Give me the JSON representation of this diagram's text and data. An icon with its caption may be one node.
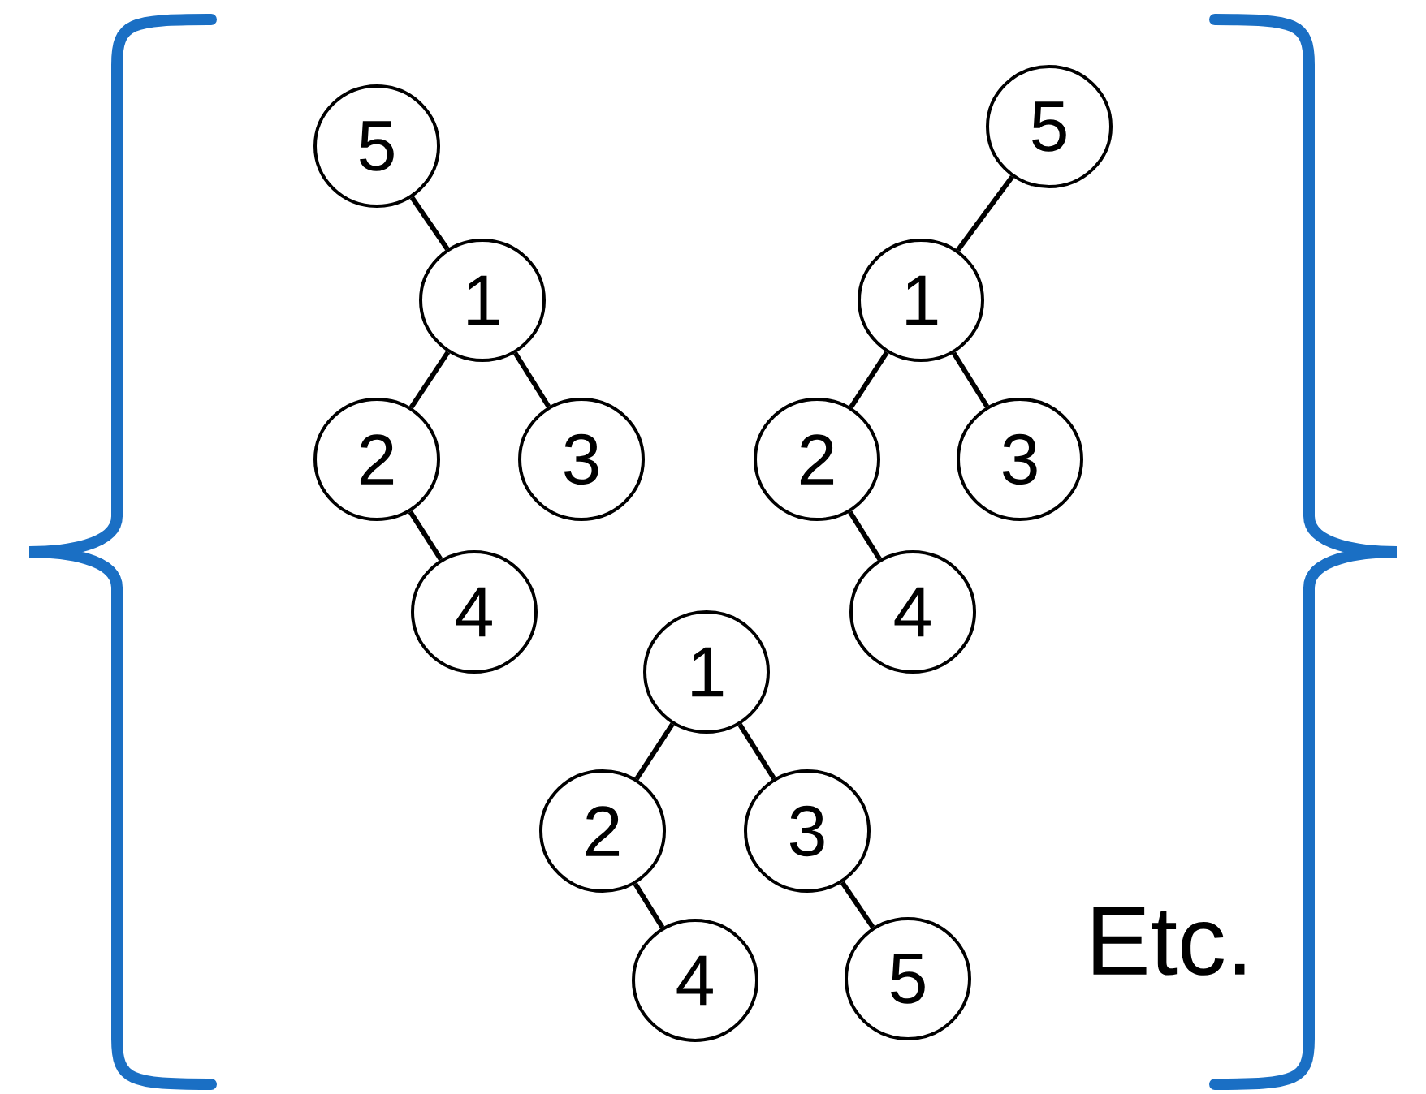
{
  "diagram": {
    "nodes": [
      {
        "text": [
          "5"
        ]
      },
      {
        "text": [
          "1"
        ]
      },
      {
        "text": [
          "2"
        ]
      },
      {
        "text": [
          "3"
        ]
      },
      {
        "text": [
          "4"
        ]
      },
      {
        "text": [
          "5"
        ]
      },
      {
        "text": [
          "1"
        ]
      },
      {
        "text": [
          "2"
        ]
      },
      {
        "text": [
          "3"
        ]
      },
      {
        "text": [
          "4"
        ]
      },
      {
        "text": [
          "1"
        ]
      },
      {
        "text": [
          "2"
        ]
      },
      {
        "text": [
          "3"
        ]
      },
      {
        "text": [
          "4"
        ]
      },
      {
        "text": [
          "5"
        ]
      }
    ],
    "edges": [
      {
        "from": 0,
        "to": 1,
        "arrow": "none"
      },
      {
        "from": 1,
        "to": 2,
        "arrow": "none"
      },
      {
        "from": 1,
        "to": 3,
        "arrow": "none"
      },
      {
        "from": 2,
        "to": 4,
        "arrow": "none"
      },
      {
        "from": 5,
        "to": 6,
        "arrow": "none"
      },
      {
        "from": 6,
        "to": 7,
        "arrow": "none"
      },
      {
        "from": 6,
        "to": 8,
        "arrow": "none"
      },
      {
        "from": 7,
        "to": 9,
        "arrow": "none"
      },
      {
        "from": 10,
        "to": 11,
        "arrow": "none"
      },
      {
        "from": 10,
        "to": 12,
        "arrow": "none"
      },
      {
        "from": 11,
        "to": 13,
        "arrow": "none"
      },
      {
        "from": 12,
        "to": 14,
        "arrow": "none"
      }
    ],
    "labels": [
      "Etc."
    ]
  }
}
